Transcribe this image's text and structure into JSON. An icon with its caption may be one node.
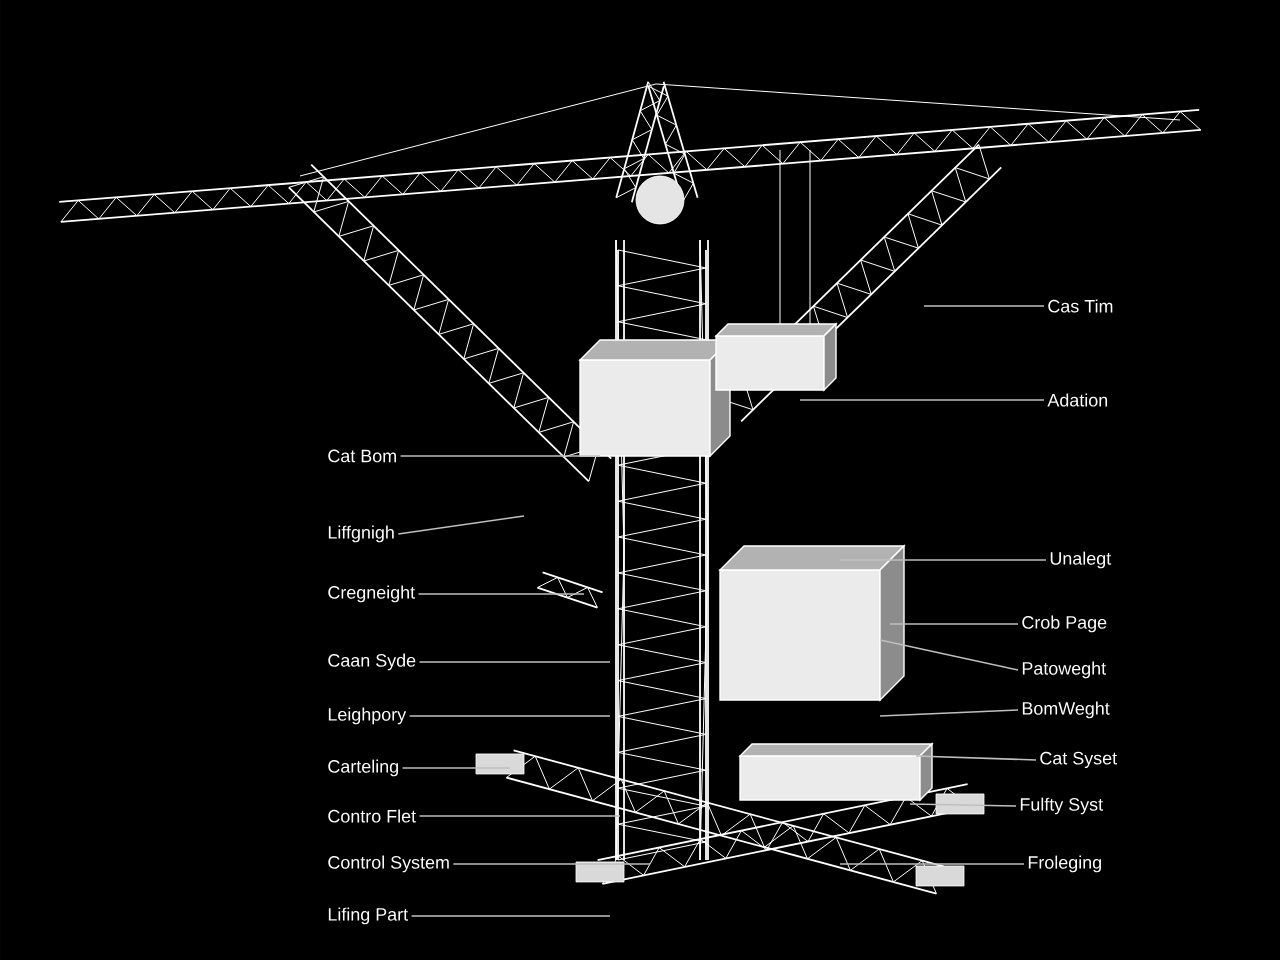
{
  "diagram": {
    "nodes": [
      {
        "text": [
          "Cat Bom"
        ]
      },
      {
        "text": [
          "Liffgnigh"
        ]
      },
      {
        "text": [
          "Cregneight"
        ]
      },
      {
        "text": [
          "Caan Syde"
        ]
      },
      {
        "text": [
          "Leighpory"
        ]
      },
      {
        "text": [
          "Carteling"
        ]
      },
      {
        "text": [
          "Contro Flet"
        ]
      },
      {
        "text": [
          "Control System"
        ]
      },
      {
        "text": [
          "Lifing Part"
        ]
      },
      {
        "text": [
          "Cas Tim"
        ]
      },
      {
        "text": [
          "Adation"
        ]
      },
      {
        "text": [
          "Unalegt"
        ]
      },
      {
        "text": [
          "Crob Page"
        ]
      },
      {
        "text": [
          "Patoweght"
        ]
      },
      {
        "text": [
          "BomWeght"
        ]
      },
      {
        "text": [
          "Cat Syset"
        ]
      },
      {
        "text": [
          "Fulfty Syst"
        ]
      },
      {
        "text": [
          "Froleging"
        ]
      }
    ],
    "edges": [
      {
        "from": 0,
        "to": null,
        "arrow": "none"
      },
      {
        "from": 1,
        "to": null,
        "arrow": "none"
      },
      {
        "from": 2,
        "to": null,
        "arrow": "none"
      },
      {
        "from": 3,
        "to": null,
        "arrow": "none"
      },
      {
        "from": 4,
        "to": null,
        "arrow": "none"
      },
      {
        "from": 5,
        "to": null,
        "arrow": "none"
      },
      {
        "from": 6,
        "to": null,
        "arrow": "none"
      },
      {
        "from": 7,
        "to": null,
        "arrow": "none"
      },
      {
        "from": 8,
        "to": null,
        "arrow": "none"
      },
      {
        "from": 9,
        "to": null,
        "arrow": "none"
      },
      {
        "from": 10,
        "to": null,
        "arrow": "none"
      },
      {
        "from": 11,
        "to": null,
        "arrow": "none"
      },
      {
        "from": 12,
        "to": null,
        "arrow": "none"
      },
      {
        "from": 13,
        "to": null,
        "arrow": "none"
      },
      {
        "from": 14,
        "to": null,
        "arrow": "none"
      },
      {
        "from": 15,
        "to": null,
        "arrow": "none"
      },
      {
        "from": 16,
        "to": null,
        "arrow": "none"
      },
      {
        "from": 17,
        "to": null,
        "arrow": "none"
      }
    ]
  }
}
